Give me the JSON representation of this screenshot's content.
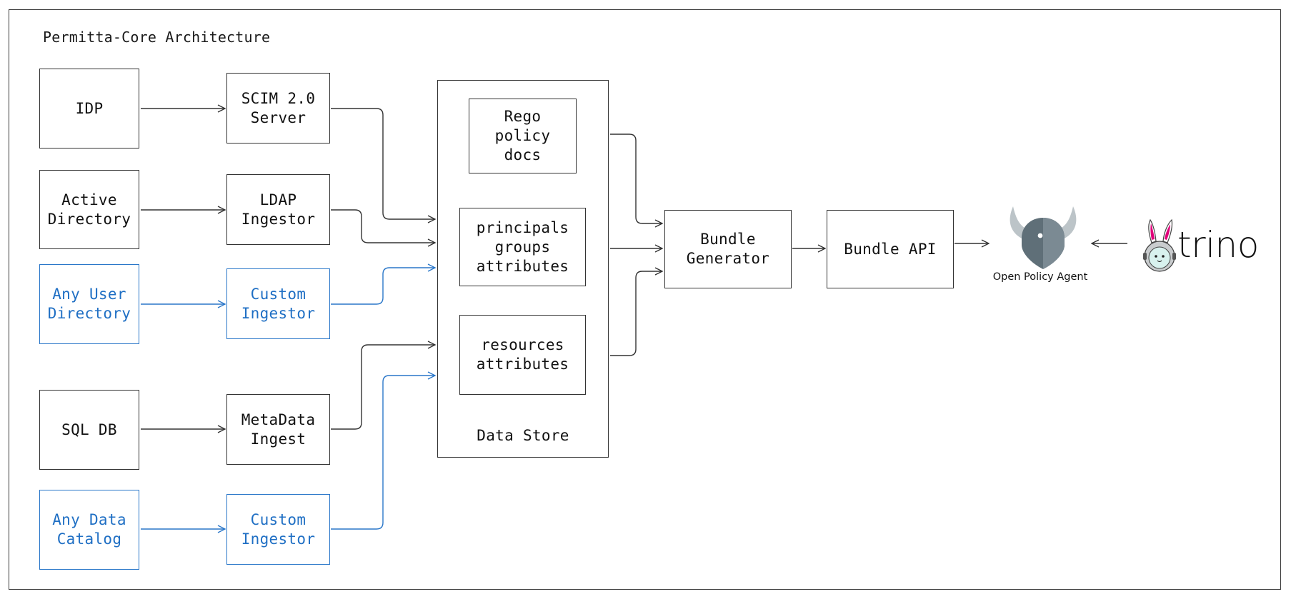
{
  "diagram": {
    "title": "Permitta-Core Architecture"
  },
  "sources": {
    "idp": "IDP",
    "active_directory": "Active\nDirectory",
    "any_user_directory": "Any User\nDirectory",
    "sql_db": "SQL DB",
    "any_data_catalog": "Any Data\nCatalog"
  },
  "ingestors": {
    "scim": "SCIM 2.0\nServer",
    "ldap": "LDAP\nIngestor",
    "custom_user": "Custom\nIngestor",
    "metadata": "MetaData\nIngest",
    "custom_catalog": "Custom\nIngestor"
  },
  "data_store": {
    "label": "Data Store",
    "rego": "Rego\npolicy\ndocs",
    "principals": "principals\ngroups\nattributes",
    "resources": "resources\nattributes"
  },
  "pipeline": {
    "bundle_generator": "Bundle\nGenerator",
    "bundle_api": "Bundle API"
  },
  "opa": {
    "caption": "Open Policy Agent"
  },
  "trino": {
    "wordmark": "trino"
  },
  "colors": {
    "line": "#333333",
    "custom_blue": "#2a77c9",
    "opa_gray": "#5f6f78",
    "opa_horns": "#bcc4c8",
    "trino_pink": "#e0007a"
  }
}
